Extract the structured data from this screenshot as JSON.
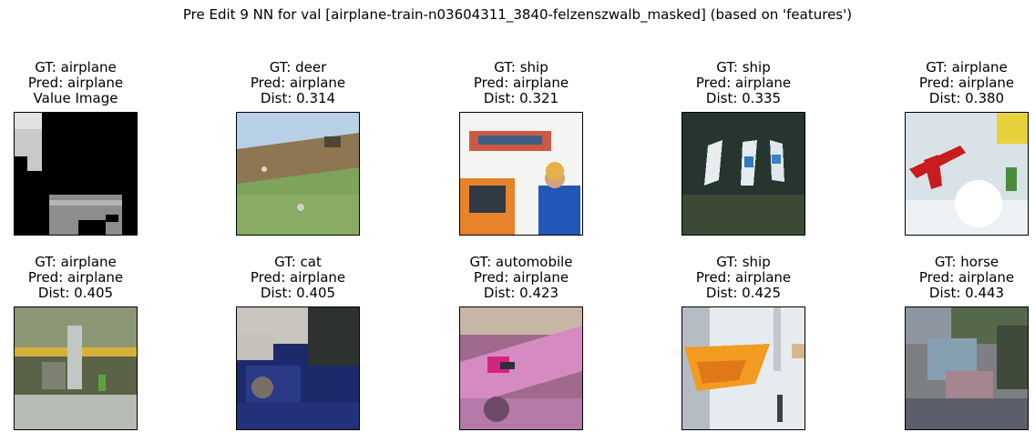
{
  "figure": {
    "title": "Pre Edit 9 NN for val [airplane-train-n03604311_3840-felzenszwalb_masked] (based on 'features')"
  },
  "panels": [
    {
      "gt": "GT: airplane",
      "pred": "Pred: airplane",
      "info": "Value Image",
      "scene": "masked"
    },
    {
      "gt": "GT: deer",
      "pred": "Pred: airplane",
      "info": "Dist: 0.314",
      "scene": "field"
    },
    {
      "gt": "GT: ship",
      "pred": "Pred: airplane",
      "info": "Dist: 0.321",
      "scene": "boatpeople"
    },
    {
      "gt": "GT: ship",
      "pred": "Pred: airplane",
      "info": "Dist: 0.335",
      "scene": "boats"
    },
    {
      "gt": "GT: airplane",
      "pred": "Pred: airplane",
      "info": "Dist: 0.380",
      "scene": "redplane"
    },
    {
      "gt": "GT: airplane",
      "pred": "Pred: airplane",
      "info": "Dist: 0.405",
      "scene": "airfield"
    },
    {
      "gt": "GT: cat",
      "pred": "Pred: airplane",
      "info": "Dist: 0.405",
      "scene": "cat"
    },
    {
      "gt": "GT: automobile",
      "pred": "Pred: airplane",
      "info": "Dist: 0.423",
      "scene": "pinkcar"
    },
    {
      "gt": "GT: ship",
      "pred": "Pred: airplane",
      "info": "Dist: 0.425",
      "scene": "orangeboat"
    },
    {
      "gt": "GT: horse",
      "pred": "Pred: airplane",
      "info": "Dist: 0.443",
      "scene": "horse"
    }
  ],
  "colors": {
    "frame": "#000000",
    "background": "#ffffff"
  }
}
